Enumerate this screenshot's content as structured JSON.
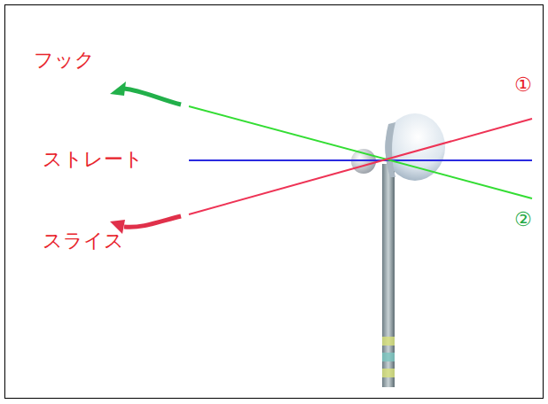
{
  "diagram": {
    "labels": [
      "フック",
      "ストレート",
      "スライス",
      "①",
      "②"
    ]
  }
}
